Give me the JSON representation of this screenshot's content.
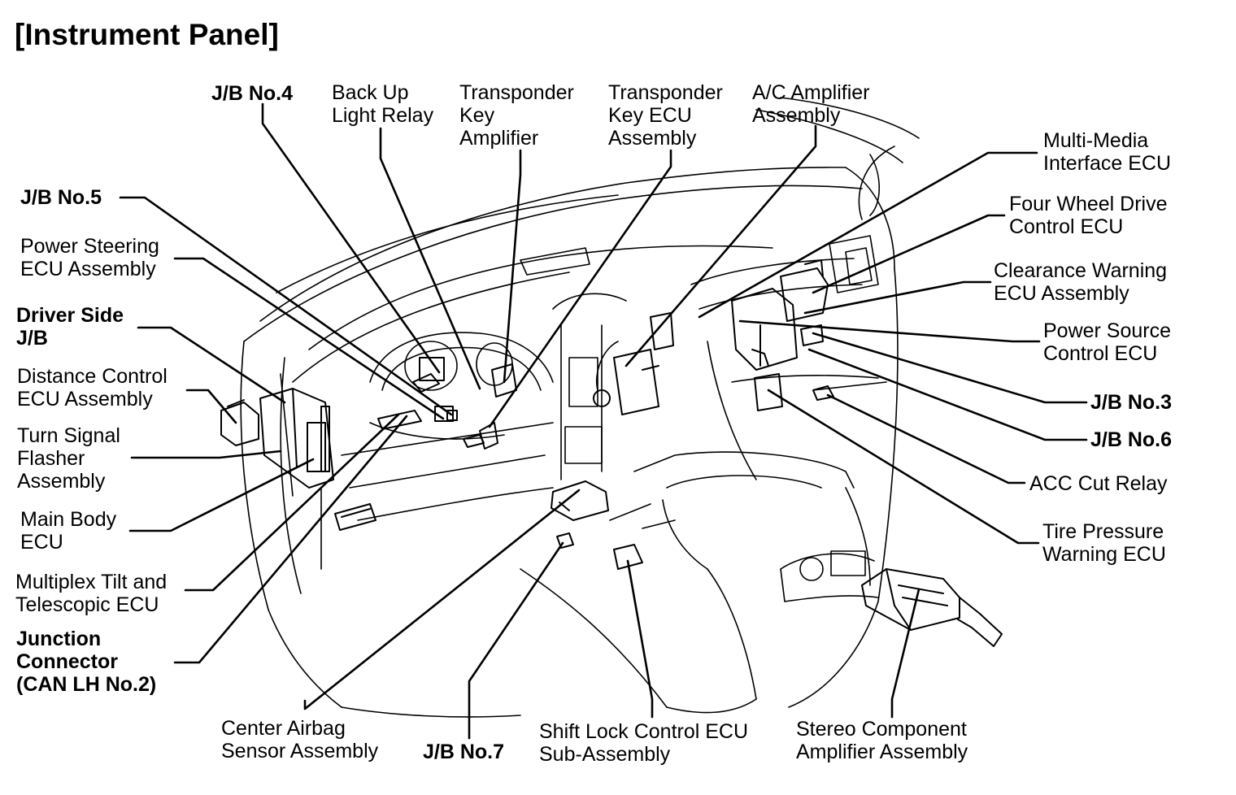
{
  "title": "[Instrument Panel]",
  "labels": {
    "jb_no4": "J/B No.4",
    "back_up_light_relay": "Back Up\nLight Relay",
    "transponder_key_amplifier": "Transponder\nKey\nAmplifier",
    "transponder_key_ecu": "Transponder\nKey ECU\nAssembly",
    "ac_amplifier": "A/C Amplifier\nAssembly",
    "multi_media_interface_ecu": "Multi-Media\nInterface ECU",
    "four_wheel_drive_ecu": "Four Wheel Drive\nControl ECU",
    "clearance_warning_ecu": "Clearance Warning\nECU Assembly",
    "power_source_control_ecu": "Power Source\nControl ECU",
    "jb_no3": "J/B No.3",
    "jb_no6": "J/B No.6",
    "acc_cut_relay": "ACC Cut Relay",
    "tire_pressure_warning_ecu": "Tire Pressure\nWarning ECU",
    "jb_no5": "J/B No.5",
    "power_steering_ecu": "Power Steering\nECU Assembly",
    "driver_side_jb": "Driver Side\nJ/B",
    "distance_control_ecu": "Distance Control\nECU Assembly",
    "turn_signal_flasher": "Turn Signal\nFlasher\nAssembly",
    "main_body_ecu": "Main Body\nECU",
    "multiplex_tilt_ecu": "Multiplex Tilt and\nTelescopic ECU",
    "junction_connector": "Junction\nConnector\n(CAN LH No.2)",
    "center_airbag_sensor": "Center Airbag\nSensor Assembly",
    "jb_no7": "J/B No.7",
    "shift_lock_control_ecu": "Shift Lock Control ECU\nSub-Assembly",
    "stereo_component_amplifier": "Stereo Component\nAmplifier Assembly"
  }
}
